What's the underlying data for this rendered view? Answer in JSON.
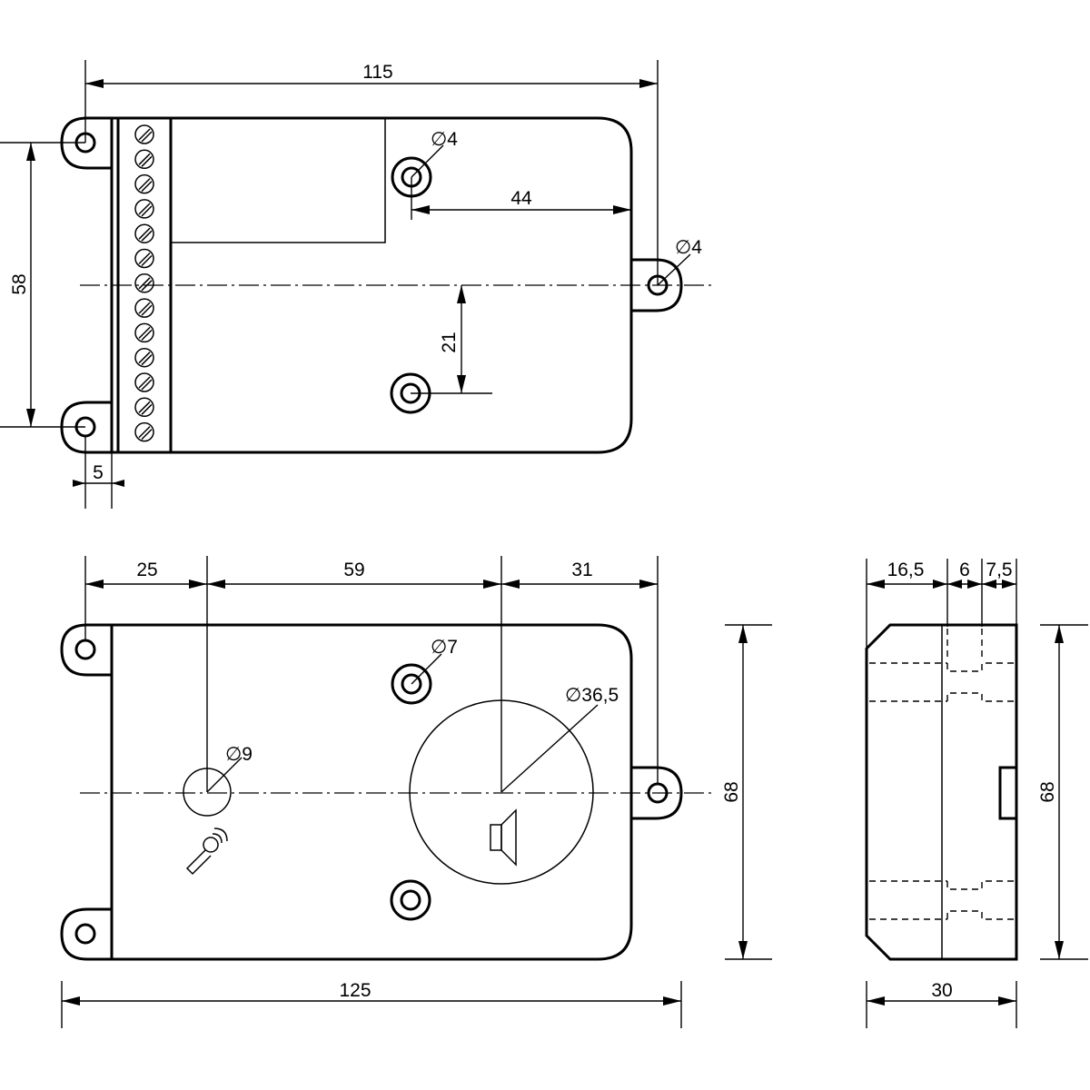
{
  "top_view": {
    "dims": {
      "overall_width": "115",
      "hole_spacing": "58",
      "flange": "5",
      "hole_to_edge": "44",
      "offset": "21",
      "hole_dia_a": "∅4",
      "hole_dia_b": "∅4"
    },
    "terminal_count": 13
  },
  "front_view": {
    "dims": {
      "seg_1": "25",
      "seg_2": "59",
      "seg_3": "31",
      "overall_width": "125",
      "height": "68",
      "hole_dia": "∅7",
      "mic_dia": "∅9",
      "speaker_dia": "∅36,5"
    },
    "icons": [
      "microphone-icon",
      "speaker-icon"
    ]
  },
  "side_view": {
    "dims": {
      "seg_1": "16,5",
      "seg_2": "6",
      "seg_3": "7,5",
      "depth": "30",
      "height": "68"
    }
  }
}
